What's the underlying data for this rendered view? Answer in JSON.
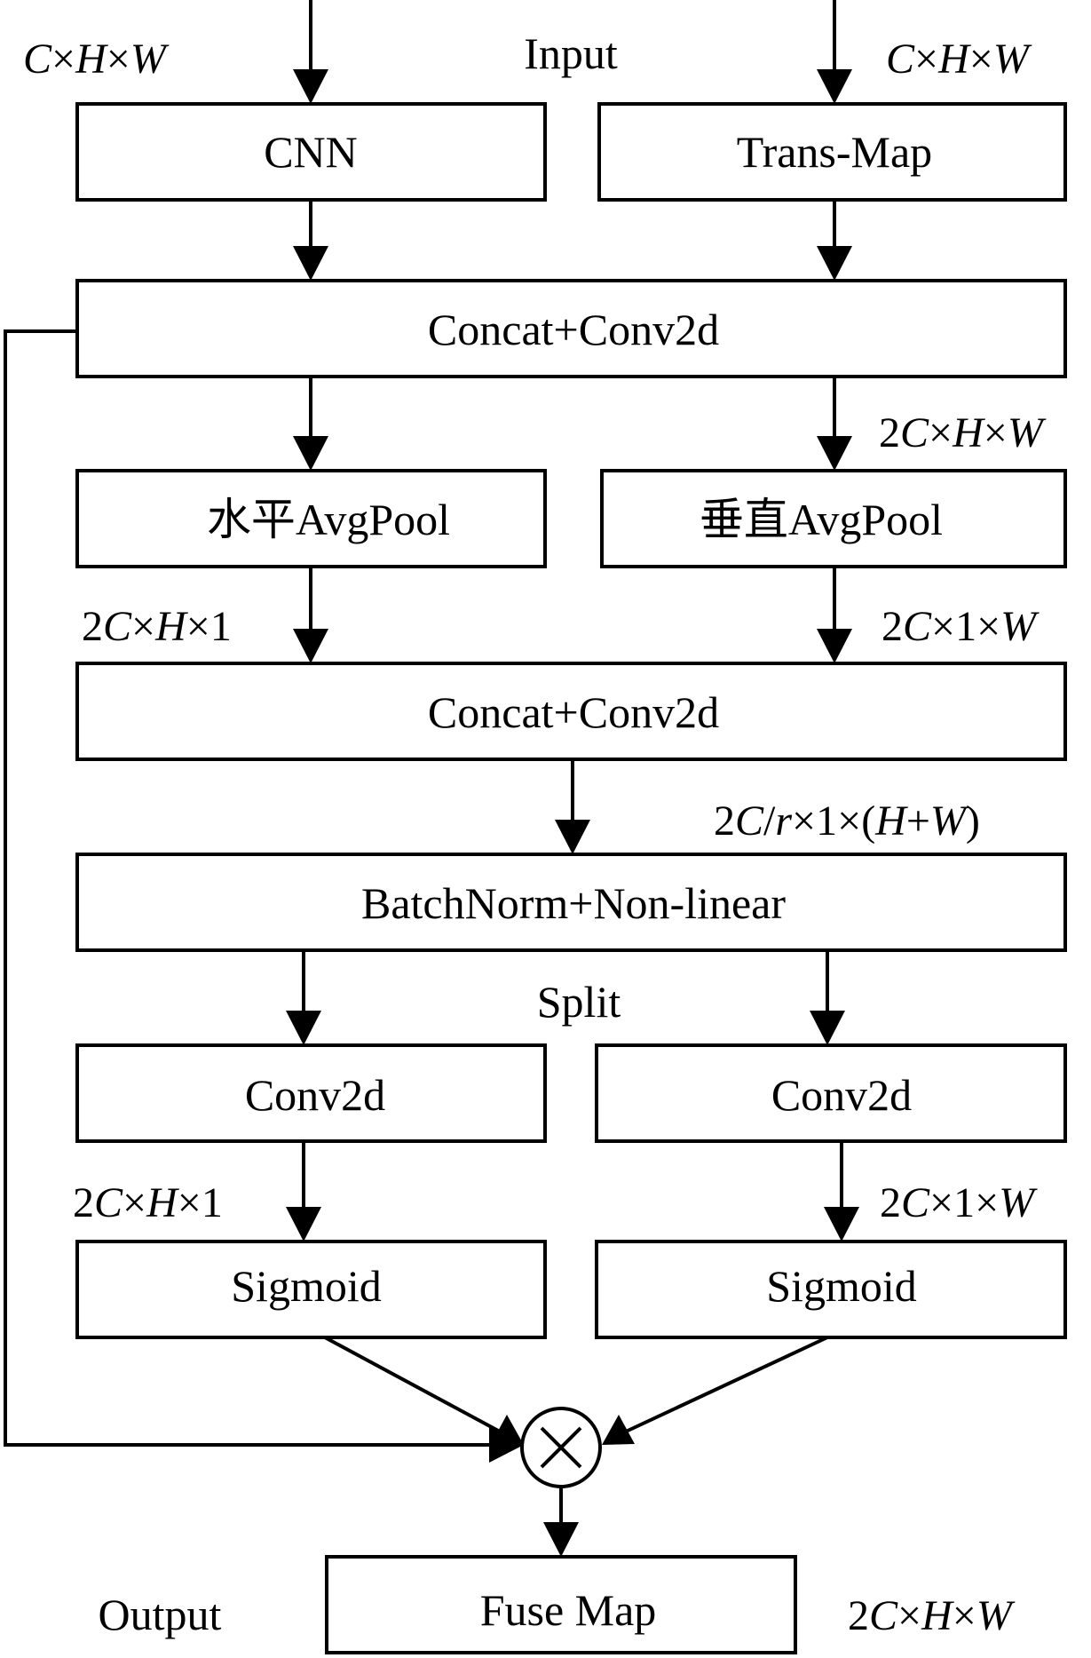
{
  "labels": {
    "input": "Input",
    "split": "Split",
    "output": "Output"
  },
  "boxes": {
    "cnn": "CNN",
    "trans_map": "Trans-Map",
    "concat_conv_1": "Concat+Conv2d",
    "h_avgpool": "水平AvgPool",
    "v_avgpool": "垂直AvgPool",
    "concat_conv_2": "Concat+Conv2d",
    "batchnorm": "BatchNorm+Non-linear",
    "conv_left": "Conv2d",
    "conv_right": "Conv2d",
    "sigmoid_left": "Sigmoid",
    "sigmoid_right": "Sigmoid",
    "fuse_map": "Fuse Map"
  },
  "dims": {
    "input_left": [
      "C",
      "×",
      "H",
      "×",
      "W"
    ],
    "input_right": [
      "C",
      "×",
      "H",
      "×",
      "W"
    ],
    "after_concat_right": [
      "2",
      "C",
      "×",
      "H",
      "×",
      "W"
    ],
    "h_pool_out": [
      "2",
      "C",
      "×",
      "H",
      "×1"
    ],
    "v_pool_out": [
      "2",
      "C",
      "×1×",
      "W"
    ],
    "concat2_out": [
      "2",
      "C",
      "/",
      "r",
      "×1×(",
      "H",
      "+",
      "W",
      ")"
    ],
    "conv_left_out": [
      "2",
      "C",
      "×",
      "H",
      "×1"
    ],
    "conv_right_out": [
      "2",
      "C",
      "×1×",
      "W"
    ],
    "output": [
      "2",
      "C",
      "×",
      "H",
      "×",
      "W"
    ]
  },
  "operators": {
    "multiply": "multiply-operator"
  }
}
